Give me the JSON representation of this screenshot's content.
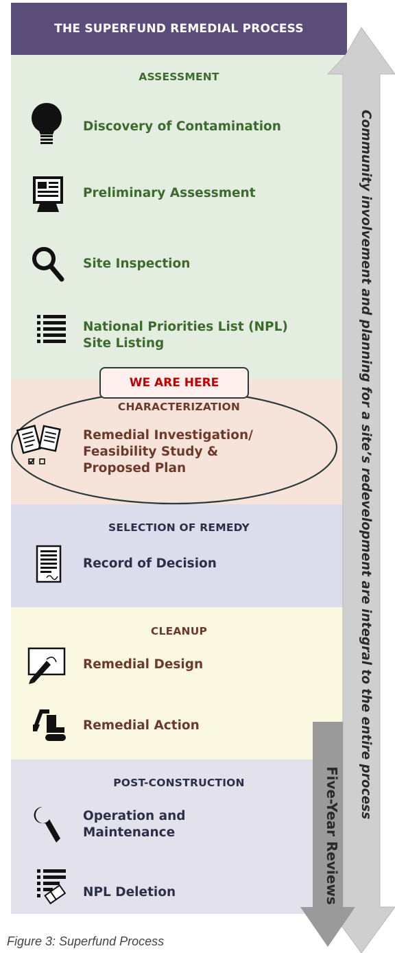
{
  "title": "THE SUPERFUND REMEDIAL PROCESS",
  "sections": {
    "assessment": {
      "heading": "ASSESSMENT",
      "color": "#e3eee0",
      "items": [
        {
          "label": "Discovery of Contamination",
          "icon": "lightbulb-icon"
        },
        {
          "label": "Preliminary Assessment",
          "icon": "monitor-icon"
        },
        {
          "label": "Site Inspection",
          "icon": "magnifier-icon"
        },
        {
          "label_line1": "National Priorities List (NPL)",
          "label_line2": "Site Listing",
          "icon": "list-icon"
        }
      ]
    },
    "characterization": {
      "heading": "CHARACTERIZATION",
      "color": "#f6e4da",
      "callout": "WE ARE HERE",
      "items": [
        {
          "label_line1": "Remedial Investigation/",
          "label_line2": "Feasibility Study &",
          "label_line3": "Proposed Plan",
          "icon": "documents-checklist-icon"
        }
      ]
    },
    "selection": {
      "heading": "SELECTION OF REMEDY",
      "color": "#dcdcec",
      "items": [
        {
          "label": "Record of Decision",
          "icon": "signed-document-icon"
        }
      ]
    },
    "cleanup": {
      "heading": "CLEANUP",
      "color": "#fbf8e2",
      "items": [
        {
          "label": "Remedial Design",
          "icon": "drawing-board-icon"
        },
        {
          "label": "Remedial Action",
          "icon": "excavator-icon"
        }
      ]
    },
    "post_construction": {
      "heading": "POST-CONSTRUCTION",
      "color": "#e3e2ec",
      "items": [
        {
          "label_line1": "Operation and",
          "label_line2": "Maintenance",
          "icon": "wrench-icon"
        },
        {
          "label": "NPL Deletion",
          "icon": "list-eraser-icon"
        }
      ]
    }
  },
  "side_arrow_text": "Community involvement and planning for a site’s redevelopment are integral to the entire process",
  "five_year_text": "Five-Year Reviews",
  "caption": "Figure 3: Superfund Process",
  "colors": {
    "title_bg": "#5b4d7a",
    "green_text": "#3d6b2e",
    "brown_text": "#6b3a2a",
    "callout_text": "#c00000",
    "arrow": "#cfcfcf"
  }
}
